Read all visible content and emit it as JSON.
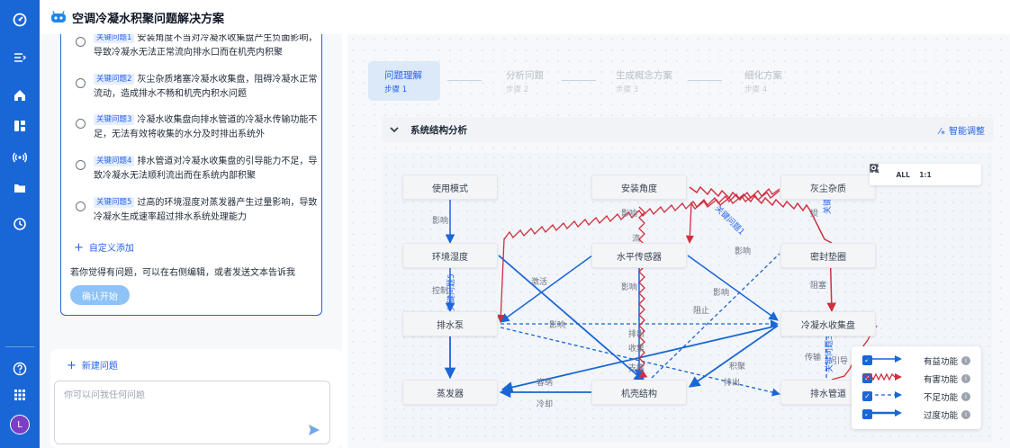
{
  "app": {
    "title": "空调冷凝水积聚问题解决方案"
  },
  "issues": [
    {
      "tag": "关键问题1",
      "text": "安装角度不当对冷凝水收集盘产生负面影响，导致冷凝水无法正常流向排水口而在机壳内积聚"
    },
    {
      "tag": "关键问题2",
      "text": "灰尘杂质堵塞冷凝水收集盘，阻碍冷凝水正常流动，造成排水不畅和机壳内积水问题"
    },
    {
      "tag": "关键问题3",
      "text": "冷凝水收集盘向排水管道的冷凝水传输功能不足，无法有效将收集的水分及时排出系统外"
    },
    {
      "tag": "关键问题4",
      "text": "排水管道对冷凝水收集盘的引导能力不足，导致冷凝水无法顺利流出而在系统内部积聚"
    },
    {
      "tag": "关键问题5",
      "text": "过高的环境湿度对蒸发器产生过量影响，导致冷凝水生成速率超过排水系统处理能力"
    }
  ],
  "chat": {
    "custom_add": "自定义添加",
    "hint": "若你觉得有问题，可以在右侧编辑，或者发送文本告诉我",
    "confirm": "确认开始",
    "new_issue": "新建问题",
    "ask_placeholder": "你可以问我任何问题"
  },
  "steps": [
    {
      "label": "问题理解",
      "sub": "步骤 1"
    },
    {
      "label": "分析问题",
      "sub": "步骤 2"
    },
    {
      "label": "生成概念方案",
      "sub": "步骤 3"
    },
    {
      "label": "细化方案",
      "sub": "步骤 4"
    }
  ],
  "section": {
    "title": "系统结构分析",
    "smart_adjust": "智能调整"
  },
  "zoom": {
    "all": "ALL",
    "one_to_one": "1:1"
  },
  "nodes": {
    "use_mode": "使用模式",
    "install_angle": "安装角度",
    "dust": "灰尘杂质",
    "env_humidity": "环境湿度",
    "level_sensor": "水平传感器",
    "seal_gasket": "密封垫圈",
    "drain_pump": "排水泵",
    "condensate_tray": "冷凝水收集盘",
    "evaporator": "蒸发器",
    "housing": "机壳结构",
    "drain_pipe": "排水管道"
  },
  "edge_labels": {
    "influence": "影响",
    "control": "控制",
    "activate": "激活",
    "blocking": "阻止",
    "block_stuck": "阻塞",
    "accommodate": "容纳",
    "cool": "冷却",
    "accumulate": "积聚",
    "discharge": "排出",
    "collect": "收集",
    "support": "支撑",
    "transmit": "传输",
    "guide": "引导",
    "damage": "损",
    "flow": "流"
  },
  "edge_tags": {
    "key1": "关键问题1",
    "key2": "关键问题2",
    "key3": "关键问题3",
    "key4": "关键问题4",
    "key5": "关键问题5"
  },
  "legend": [
    {
      "label": "有益功能",
      "color": "#1966d6",
      "style": "solid"
    },
    {
      "label": "有害功能",
      "color": "#d12f3f",
      "style": "wavy"
    },
    {
      "label": "不足功能",
      "color": "#1966d6",
      "style": "dashed"
    },
    {
      "label": "过度功能",
      "color": "#1966d6",
      "style": "thick"
    }
  ],
  "icons": {
    "rail": [
      "dashboard-icon",
      "collapse-menu-icon",
      "home-icon",
      "board-icon",
      "signal-icon",
      "folder-icon",
      "history-icon",
      "help-icon",
      "apps-grid-icon"
    ],
    "avatar": "L"
  },
  "colors": {
    "brand": "#1966d6",
    "beneficial": "#1966d6",
    "harmful": "#d12f3f"
  }
}
